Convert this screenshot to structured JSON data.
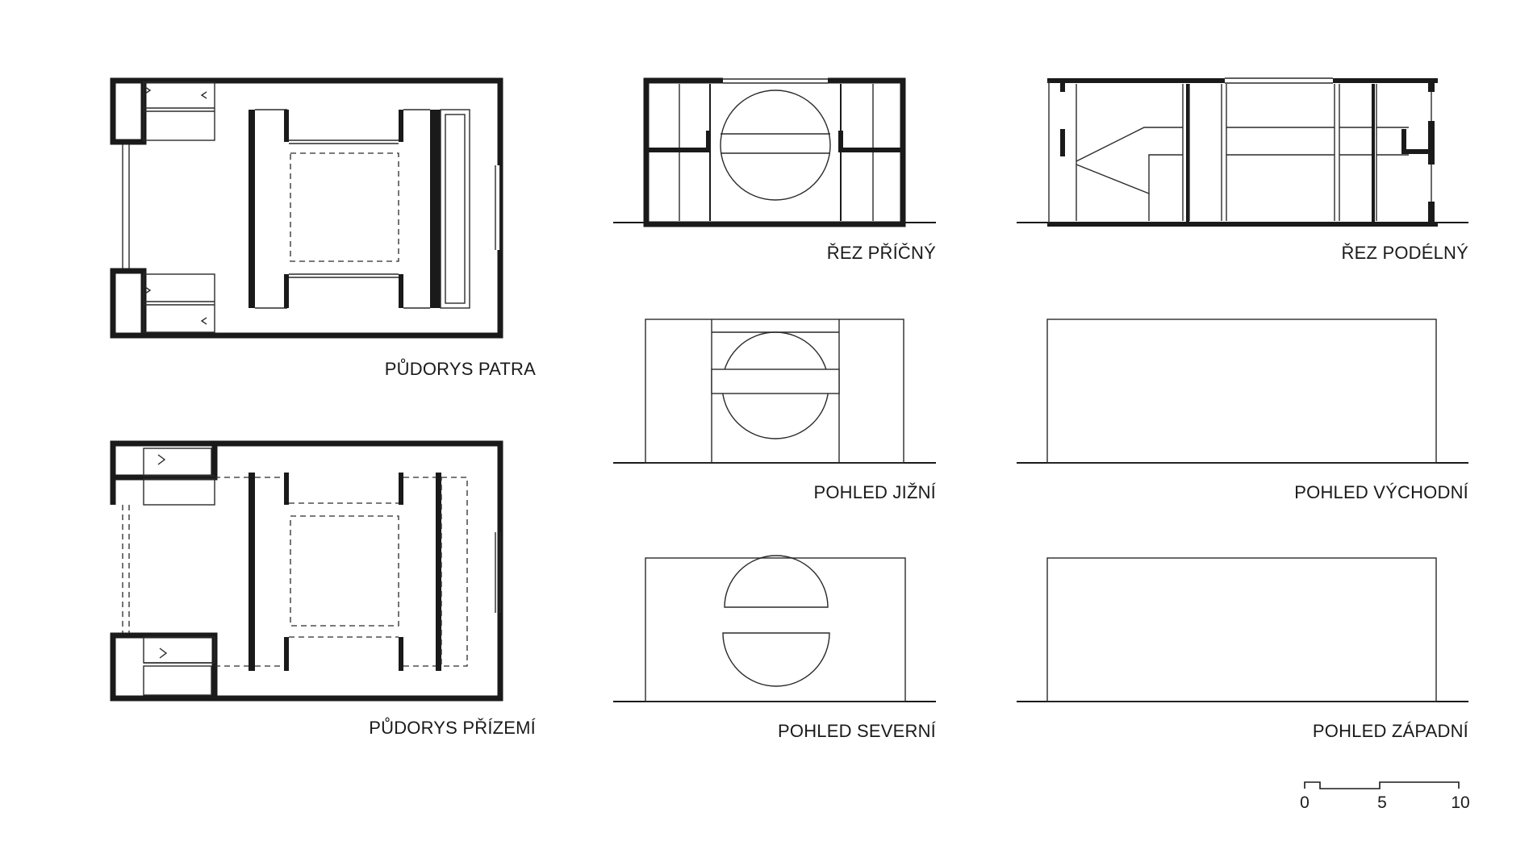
{
  "drawings": {
    "floor_plan_upper": {
      "label": "PŮDORYS PATRA"
    },
    "floor_plan_ground": {
      "label": "PŮDORYS PŘÍZEMÍ"
    },
    "section_cross": {
      "label": "ŘEZ PŘÍČNÝ"
    },
    "section_long": {
      "label": "ŘEZ PODÉLNÝ"
    },
    "elevation_south": {
      "label": "POHLED JIŽNÍ"
    },
    "elevation_east": {
      "label": "POHLED VÝCHODNÍ"
    },
    "elevation_north": {
      "label": "POHLED SEVERNÍ"
    },
    "elevation_west": {
      "label": "POHLED ZÁPADNÍ"
    }
  },
  "scale_bar": {
    "ticks": [
      "0",
      "5",
      "10"
    ]
  },
  "colors": {
    "line": "#1a1a1a",
    "background": "#ffffff"
  }
}
